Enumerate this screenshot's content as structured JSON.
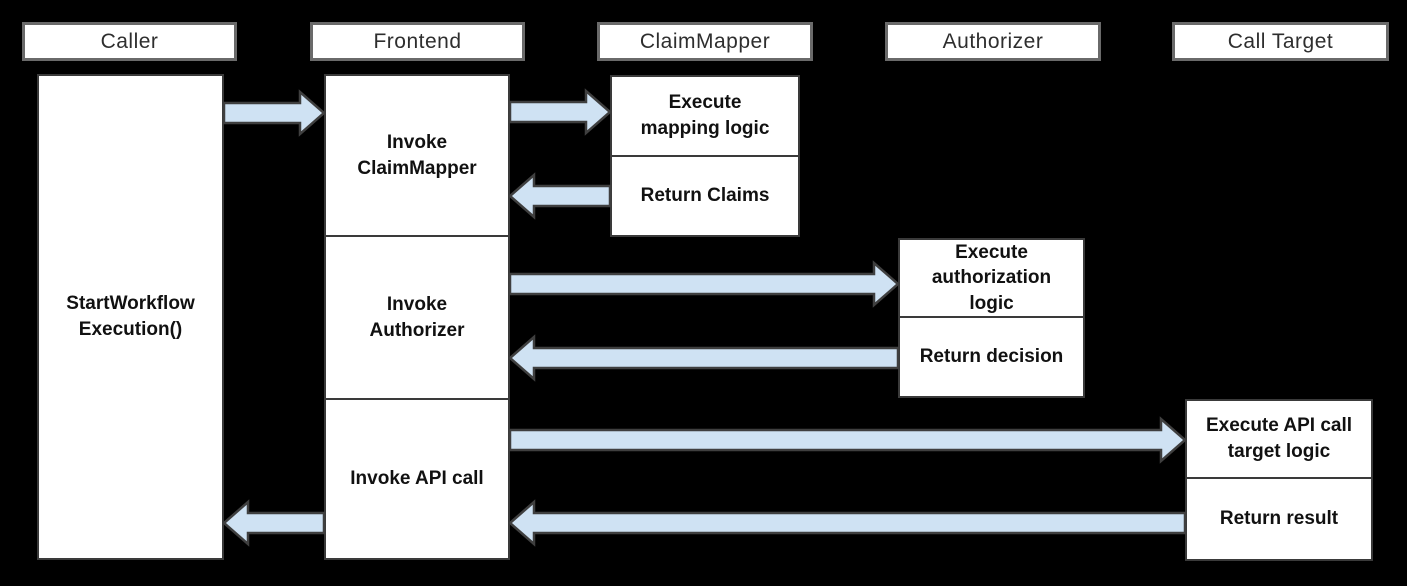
{
  "colors": {
    "background": "#000000",
    "box_fill": "#ffffff",
    "header_border": "#6a6a6a",
    "box_border": "#3a3a3a",
    "arrow_fill": "#cfe2f3",
    "arrow_stroke": "#3f3f3f",
    "header_text": "#2e2e2e",
    "label_text": "#111111"
  },
  "actors": [
    {
      "id": "caller",
      "label": "Caller"
    },
    {
      "id": "frontend",
      "label": "Frontend"
    },
    {
      "id": "claimmapper",
      "label": "ClaimMapper"
    },
    {
      "id": "authorizer",
      "label": "Authorizer"
    },
    {
      "id": "calltarget",
      "label": "Call Target"
    }
  ],
  "lifelines": {
    "caller": {
      "label": "StartWorkflow\nExecution()"
    },
    "frontend": {
      "steps": [
        {
          "label": "Invoke\nClaimMapper"
        },
        {
          "label": "Invoke\nAuthorizer"
        },
        {
          "label": "Invoke API call"
        }
      ]
    },
    "claimmapper": {
      "steps": [
        {
          "label": "Execute\nmapping logic"
        },
        {
          "label": "Return Claims"
        }
      ]
    },
    "authorizer": {
      "steps": [
        {
          "label": "Execute\nauthorization\nlogic"
        },
        {
          "label": "Return decision"
        }
      ]
    },
    "calltarget": {
      "steps": [
        {
          "label": "Execute API call\ntarget logic"
        },
        {
          "label": "Return result"
        }
      ]
    }
  },
  "arrows": [
    {
      "from": "Caller",
      "to": "Frontend",
      "direction": "right"
    },
    {
      "from": "Frontend",
      "to": "ClaimMapper",
      "direction": "right"
    },
    {
      "from": "ClaimMapper",
      "to": "Frontend",
      "direction": "left"
    },
    {
      "from": "Frontend",
      "to": "Authorizer",
      "direction": "right"
    },
    {
      "from": "Authorizer",
      "to": "Frontend",
      "direction": "left"
    },
    {
      "from": "Frontend",
      "to": "Call Target",
      "direction": "right"
    },
    {
      "from": "Call Target",
      "to": "Frontend",
      "direction": "left"
    },
    {
      "from": "Frontend",
      "to": "Caller",
      "direction": "left"
    }
  ]
}
